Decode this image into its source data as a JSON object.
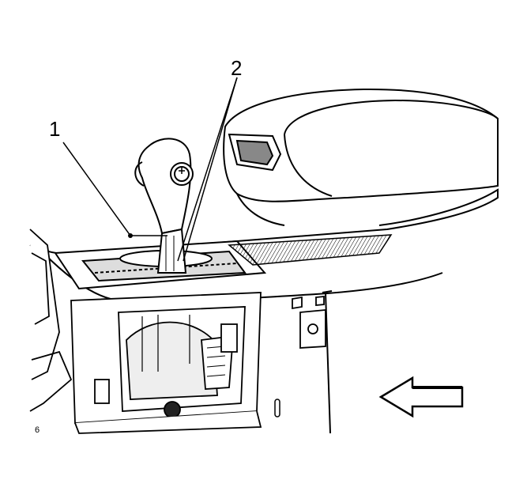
{
  "callouts": [
    {
      "label": "1"
    },
    {
      "label": "2"
    }
  ],
  "corner_code": "6",
  "colors": {
    "ink": "#000000",
    "paper": "#ffffff"
  },
  "icons": [
    "direction-arrow-icon"
  ]
}
